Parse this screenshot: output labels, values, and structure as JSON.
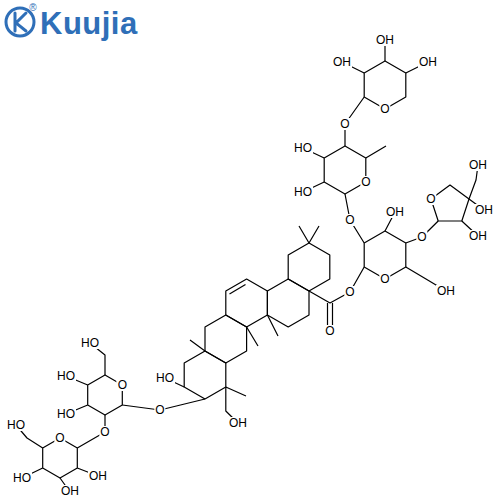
{
  "diagram": {
    "labels": [
      "Kuujia",
      "®",
      "OH",
      "OH",
      "OH",
      "O",
      "O",
      "HO",
      "O",
      "HO",
      "OH",
      "O",
      "OH",
      "O",
      "OH",
      "OH",
      "O",
      "O",
      "OH",
      "O",
      "O",
      "HO",
      "HO",
      "HO",
      "O",
      "O",
      "HO",
      "OH",
      "HO",
      "O",
      "O",
      "OH",
      "HO",
      "OH"
    ]
  }
}
